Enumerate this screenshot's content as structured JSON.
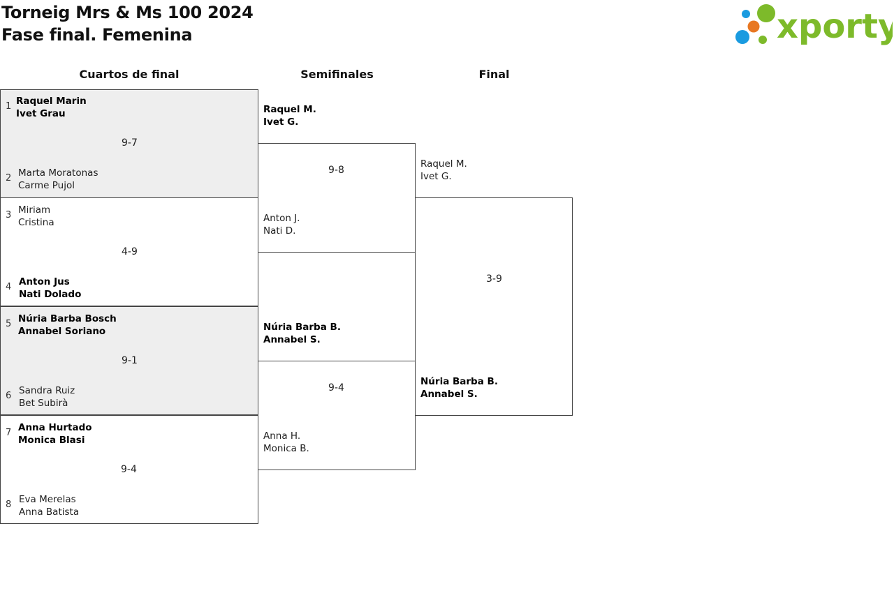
{
  "title": "Torneig Mrs & Ms 100 2024",
  "subtitle": "Fase final. Femenina",
  "logo": {
    "text": "xporty",
    "icon": "xporty-logo-dots"
  },
  "rounds": [
    "Cuartos de final",
    "Semifinales",
    "Final"
  ],
  "quarterfinals": [
    {
      "seed_a": "1",
      "team_a": [
        "Raquel Marin",
        "Ivet Grau"
      ],
      "seed_b": "2",
      "team_b": [
        "Marta Moratonas",
        "Carme Pujol"
      ],
      "score": "9-7"
    },
    {
      "seed_a": "3",
      "team_a": [
        "Miriam",
        "Cristina"
      ],
      "seed_b": "4",
      "team_b": [
        "Anton Jus",
        "Nati Dolado"
      ],
      "score": "4-9"
    },
    {
      "seed_a": "5",
      "team_a": [
        "Núria Barba Bosch",
        "Annabel Soriano"
      ],
      "seed_b": "6",
      "team_b": [
        "Sandra Ruiz",
        "Bet Subirà"
      ],
      "score": "9-1"
    },
    {
      "seed_a": "7",
      "team_a": [
        "Anna Hurtado",
        "Monica Blasi"
      ],
      "seed_b": "8",
      "team_b": [
        "Eva Merelas",
        "Anna Batista"
      ],
      "score": "9-4"
    }
  ],
  "semifinals": [
    {
      "team_a": [
        "Raquel M.",
        "Ivet G."
      ],
      "team_b": [
        "Anton J.",
        "Nati D."
      ],
      "score": "9-8"
    },
    {
      "team_a": [
        "Núria Barba B.",
        "Annabel S."
      ],
      "team_b": [
        "Anna H.",
        "Monica B."
      ],
      "score": "9-4"
    }
  ],
  "final": {
    "team_a": [
      "Raquel M.",
      "Ivet G."
    ],
    "team_b": [
      "Núria Barba B.",
      "Annabel S."
    ],
    "score": "3-9"
  },
  "colors": {
    "logo_blue": "#1a9be0",
    "logo_green": "#7dba2a",
    "logo_orange": "#e87722",
    "shaded_row": "#eeeeee",
    "border": "#444444"
  }
}
